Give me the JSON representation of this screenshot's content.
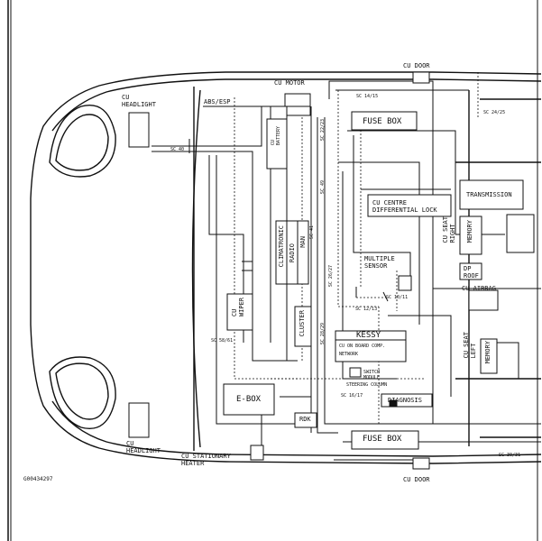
{
  "figure_id": "G00434297",
  "labels": {
    "cu_door_top": "CU DOOR",
    "cu_door_bottom": "CU DOOR",
    "cu_headlight_top": "CU\nHEADLIGHT",
    "cu_headlight_bottom": "CU\nHEADLIGHT",
    "cu_motor": "CU MOTOR",
    "abs_esp": "ABS/ESP",
    "fuse_box_top": "FUSE BOX",
    "fuse_box_bottom": "FUSE BOX",
    "cu_battery": "CU\nBATTERY",
    "cu_centre_diff_lock": "CU CENTRE\nDIFFERENTIAL LOCK",
    "transmission": "TRANSMISSION",
    "cu_seat_right": "CU SEAT\nRIGHT",
    "memory_right": "MEMORY",
    "dp_roof": "DP\nROOF",
    "cu_airbag": "CU AIRBAG",
    "climatronic": "CLIMATRONIC",
    "radio": "RADIO",
    "man": "MAN",
    "multiple_sensor": "MULTIPLE\nSENSOR",
    "cu_wiper": "CU\nWIPER",
    "cluster": "CLUSTER",
    "kessy": "KESSY",
    "cu_on_board_comp": "CU ON BOARD COMP.",
    "network": "NETWORK",
    "cu_seat_left": "CU SEAT\nLEFT",
    "memory_left": "MEMORY",
    "switch_module": "SWITCH\nMODULE",
    "steering_column": "STEERING COLUMN",
    "e_box": "E-BOX",
    "diagnosis": "DIAGNOSIS",
    "rdk": "RDK",
    "cu_stationary_heater": "CU STATIONARY\nHEATER"
  },
  "connectors": {
    "sc_14_15": "SC 14/15",
    "sc_24_25": "SC 24/25",
    "sc_40": "SC 40",
    "sc_22_23": "SC 22/23",
    "sc_49": "SC 49",
    "sc_41": "SC 41",
    "sc_26_27": "SC 26/27",
    "sc_10_11": "SC 10/11",
    "sc_12_13": "SC 12/13",
    "sc_58_61": "SC 58/61",
    "sc_28_29": "SC 28/29",
    "sc_16_17": "SC 16/17",
    "sc_30_31": "SC 30/31"
  }
}
